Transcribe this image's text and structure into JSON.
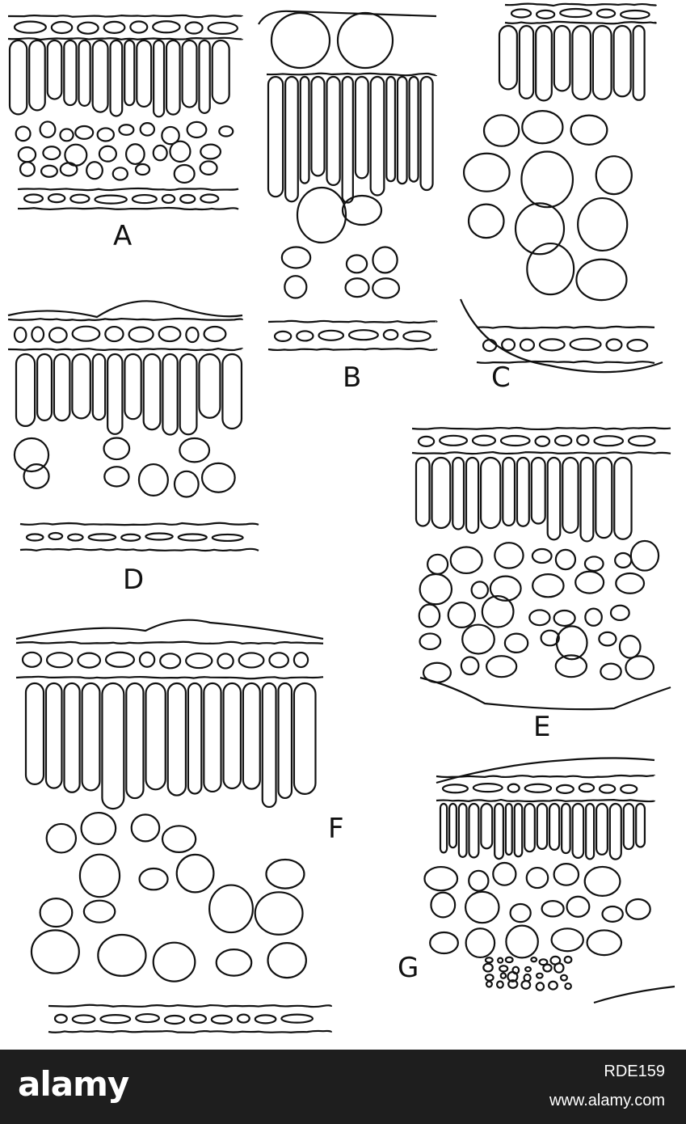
{
  "figure": {
    "panels": [
      {
        "id": "A",
        "label": "A"
      },
      {
        "id": "B",
        "label": "B"
      },
      {
        "id": "C",
        "label": "C"
      },
      {
        "id": "D",
        "label": "D"
      },
      {
        "id": "E",
        "label": "E"
      },
      {
        "id": "F",
        "label": "F"
      },
      {
        "id": "G",
        "label": "G"
      }
    ]
  },
  "watermark": {
    "logo": "alamy",
    "image_id": "RDE159",
    "url": "www.alamy.com",
    "background": "#1e1e1e",
    "text_color": "#ffffff"
  },
  "colors": {
    "ink": "#111111",
    "paper": "#ffffff"
  }
}
